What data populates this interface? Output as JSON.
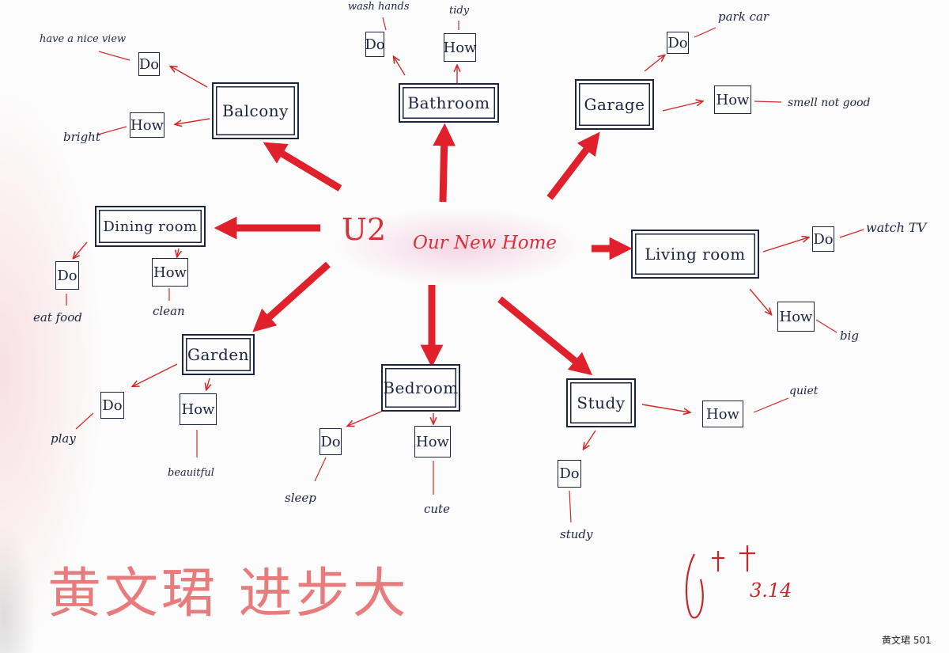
{
  "diagram": {
    "center": {
      "u2": "U2",
      "title": "Our New Home"
    },
    "rooms": {
      "balcony": {
        "label": "Balcony",
        "do": "Do",
        "how": "How",
        "do_note": "have a nice view",
        "how_note": "bright"
      },
      "bathroom": {
        "label": "Bathroom",
        "do": "Do",
        "how": "How",
        "do_note": "wash hands",
        "how_note": "tidy"
      },
      "garage": {
        "label": "Garage",
        "do": "Do",
        "how": "How",
        "do_note": "park car",
        "how_note": "smell not good"
      },
      "dining": {
        "label": "Dining room",
        "do": "Do",
        "how": "How",
        "do_note": "eat food",
        "how_note": "clean"
      },
      "living": {
        "label": "Living room",
        "do": "Do",
        "how": "How",
        "do_note": "watch TV",
        "how_note": "big"
      },
      "garden": {
        "label": "Garden",
        "do": "Do",
        "how": "How",
        "do_note": "play",
        "how_note": "beauitful"
      },
      "bedroom": {
        "label": "Bedroom",
        "do": "Do",
        "how": "How",
        "do_note": "sleep",
        "how_note": "cute"
      },
      "study": {
        "label": "Study",
        "do": "Do",
        "how": "How",
        "do_note": "study",
        "how_note": "quiet"
      }
    }
  },
  "praise": "黄文珺 进步大",
  "date": "3.14",
  "footer": "黄文珺 501",
  "colors": {
    "ink": "#1d2440",
    "arrow": "#e0202a",
    "thin_arrow": "#d02a2a",
    "praise": "#e87c7c"
  }
}
